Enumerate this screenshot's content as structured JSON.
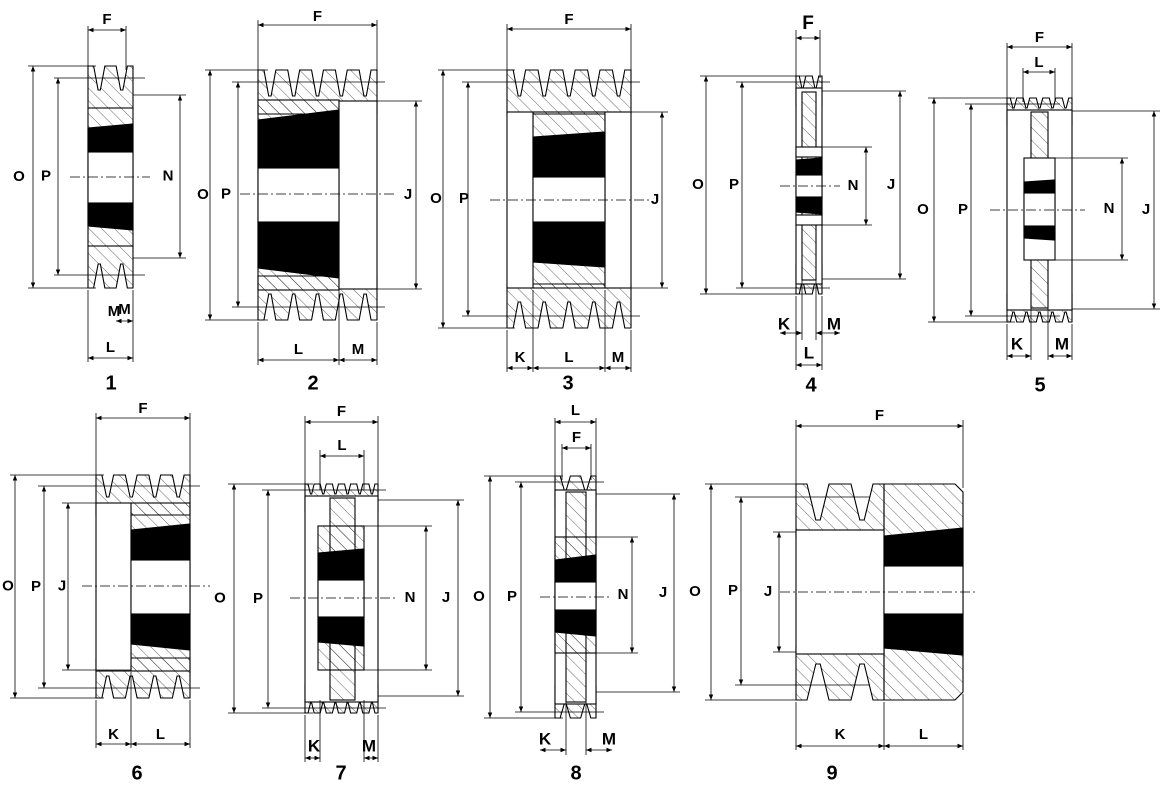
{
  "figures": [
    {
      "number": "1",
      "labels": {
        "F": "F",
        "O": "O",
        "P": "P",
        "N": "N",
        "M": "M",
        "L": "L"
      }
    },
    {
      "number": "2",
      "labels": {
        "F": "F",
        "O": "O",
        "P": "P",
        "J": "J",
        "L": "L",
        "M": "M"
      }
    },
    {
      "number": "3",
      "labels": {
        "F": "F",
        "O": "O",
        "P": "P",
        "J": "J",
        "K": "K",
        "L": "L",
        "M": "M"
      }
    },
    {
      "number": "4",
      "labels": {
        "F": "F",
        "O": "O",
        "P": "P",
        "N": "N",
        "J": "J",
        "K": "K",
        "M": "M",
        "L": "L"
      }
    },
    {
      "number": "5",
      "labels": {
        "F": "F",
        "L": "L",
        "O": "O",
        "P": "P",
        "N": "N",
        "J": "J",
        "K": "K",
        "M": "M"
      }
    },
    {
      "number": "6",
      "labels": {
        "F": "F",
        "O": "O",
        "P": "P",
        "J": "J",
        "K": "K",
        "L": "L"
      }
    },
    {
      "number": "7",
      "labels": {
        "F": "F",
        "L": "L",
        "O": "O",
        "P": "P",
        "N": "N",
        "J": "J",
        "K": "K",
        "M": "M"
      }
    },
    {
      "number": "8",
      "labels": {
        "L": "L",
        "F": "F",
        "O": "O",
        "P": "P",
        "N": "N",
        "J": "J",
        "K": "K",
        "M": "M"
      }
    },
    {
      "number": "9",
      "labels": {
        "F": "F",
        "O": "O",
        "P": "P",
        "J": "J",
        "K": "K",
        "L": "L"
      }
    }
  ],
  "colors": {
    "line": "#000000",
    "bushing": "#000000",
    "background": "#ffffff"
  }
}
